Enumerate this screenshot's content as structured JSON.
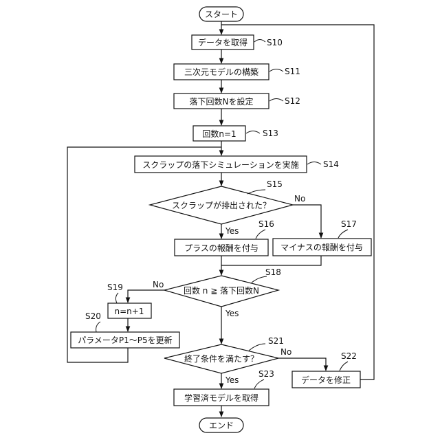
{
  "terminals": {
    "start": "スタート",
    "end": "エンド"
  },
  "steps": {
    "s10": {
      "label": "データを取得",
      "ref": "S10"
    },
    "s11": {
      "label": "三次元モデルの構築",
      "ref": "S11"
    },
    "s12": {
      "label": "落下回数Nを設定",
      "ref": "S12"
    },
    "s13": {
      "label": "回数n=1",
      "ref": "S13"
    },
    "s14": {
      "label": "スクラップの落下シミュレーションを実施",
      "ref": "S14"
    },
    "s15": {
      "label": "スクラップが排出された？",
      "ref": "S15"
    },
    "s16": {
      "label": "プラスの報酬を付与",
      "ref": "S16"
    },
    "s17": {
      "label": "マイナスの報酬を付与",
      "ref": "S17"
    },
    "s18": {
      "label": "回数 n ≧ 落下回数N",
      "ref": "S18"
    },
    "s19": {
      "label": "n=n+1",
      "ref": "S19"
    },
    "s20": {
      "label": "パラメータP1～P5を更新",
      "ref": "S20"
    },
    "s21": {
      "label": "終了条件を満たす？",
      "ref": "S21"
    },
    "s22": {
      "label": "データを修正",
      "ref": "S22"
    },
    "s23": {
      "label": "学習済モデルを取得",
      "ref": "S23"
    }
  },
  "branches": {
    "yes": "Yes",
    "no": "No"
  }
}
